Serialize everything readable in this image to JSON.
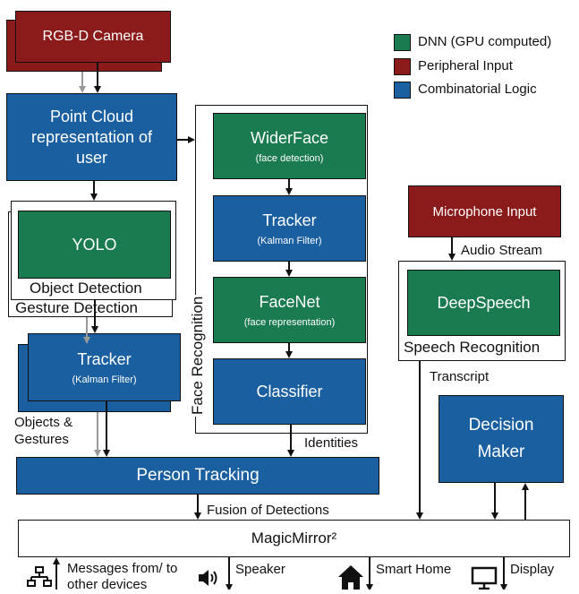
{
  "legend": {
    "dnn": "DNN (GPU computed)",
    "peripheral": "Peripheral Input",
    "logic": "Combinatorial Logic"
  },
  "colors": {
    "dnn": "#1a7a50",
    "peripheral": "#8b1a1a",
    "logic": "#1a5fa0"
  },
  "nodes": {
    "rgbd_camera": "RGB-D Camera",
    "point_cloud": "Point Cloud representation of user",
    "yolo": "YOLO",
    "object_detection": "Object Detection",
    "gesture_detection": "Gesture Detection",
    "tracker_left": "Tracker",
    "tracker_left_sub": "(Kalman Filter)",
    "widerface": "WiderFace",
    "widerface_sub": "(face detection)",
    "tracker_mid": "Tracker",
    "tracker_mid_sub": "(Kalman Filter)",
    "facenet": "FaceNet",
    "facenet_sub": "(face representation)",
    "classifier": "Classifier",
    "face_recognition": "Face Recognition",
    "microphone": "Microphone Input",
    "deepspeech": "DeepSpeech",
    "speech_recognition": "Speech Recognition",
    "decision_maker": "Decision Maker",
    "person_tracking": "Person Tracking",
    "magicmirror": "MagicMirror²"
  },
  "edge_labels": {
    "audio_stream": "Audio Stream",
    "transcript": "Transcript",
    "objects_gestures": "Objects & Gestures",
    "identities": "Identities",
    "fusion": "Fusion of Detections"
  },
  "outputs": {
    "messages": "Messages from/ to other devices",
    "speaker": "Speaker",
    "smart_home": "Smart Home",
    "display": "Display"
  }
}
